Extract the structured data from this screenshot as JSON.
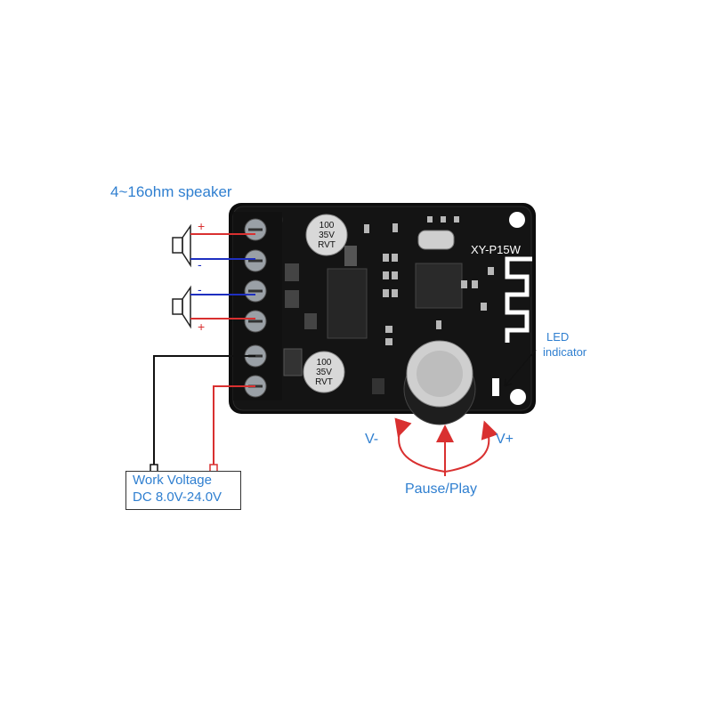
{
  "labels": {
    "speaker": "4~16ohm speaker",
    "led_line1": "LED",
    "led_line2": "indicator",
    "v_minus": "V-",
    "v_plus": "V+",
    "pause_play": "Pause/Play",
    "work_voltage_line1": "Work Voltage",
    "work_voltage_line2": "DC 8.0V-24.0V"
  },
  "board": {
    "model": "XY-P15W",
    "capacitor": {
      "line1": "100",
      "line2": "35V",
      "line3": "RVT"
    }
  },
  "polarity": {
    "speaker1_top": "+",
    "speaker1_bottom": "-",
    "speaker2_top": "-",
    "speaker2_bottom": "+"
  },
  "colors": {
    "label_blue": "#2f7fd0",
    "wire_red": "#d93030",
    "wire_blue": "#1e2fc0",
    "wire_black": "#111111",
    "board": "#0d0d0d"
  }
}
